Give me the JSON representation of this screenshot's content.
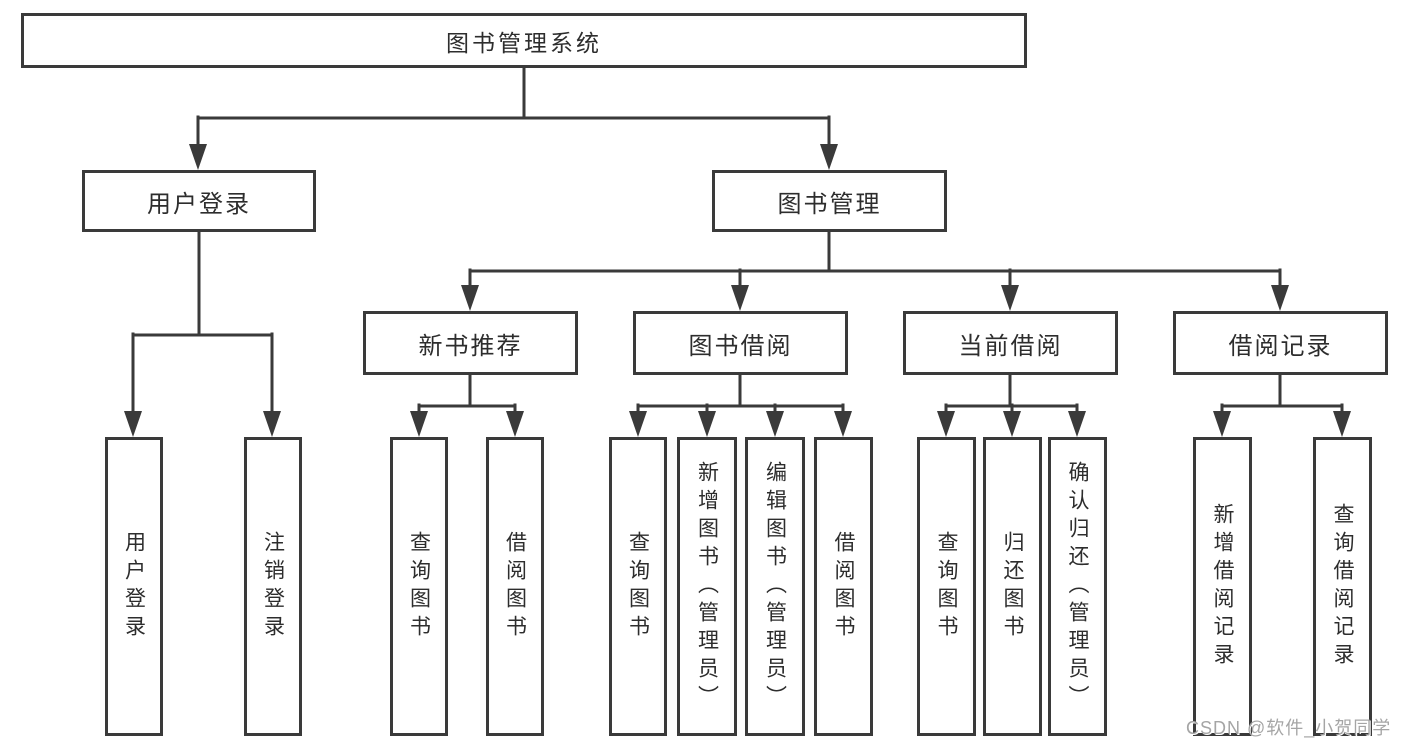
{
  "diagram_title": "图书管理系统",
  "nodes": {
    "root": "图书管理系统",
    "l2": {
      "user_login": "用户登录",
      "book_management": "图书管理"
    },
    "l3": {
      "new_book_recommend": "新书推荐",
      "book_borrow": "图书借阅",
      "current_borrow": "当前借阅",
      "borrow_records": "借阅记录"
    },
    "leaves": {
      "user_login": "用户登录",
      "logout": "注销登录",
      "nb_query": "查询图书",
      "nb_borrow": "借阅图书",
      "bb_query": "查询图书",
      "bb_add_admin": "新增图书（管理员）",
      "bb_edit_admin": "编辑图书（管理员）",
      "bb_borrow": "借阅图书",
      "cb_query": "查询图书",
      "cb_return": "归还图书",
      "cb_confirm_admin": "确认归还（管理员）",
      "br_add": "新增借阅记录",
      "br_query": "查询借阅记录"
    }
  },
  "colors": {
    "line": "#3a3a3a",
    "text": "#2d2d2d",
    "watermark": "#a5a5a5",
    "box_background": "#ffffff"
  },
  "watermark": "CSDN @软件_小贺同学"
}
